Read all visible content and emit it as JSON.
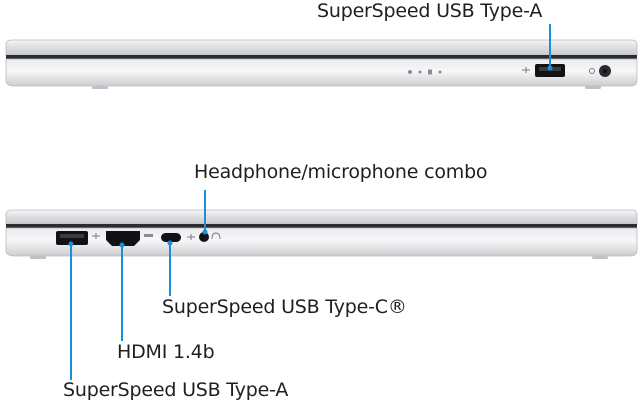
{
  "labels": {
    "right_usb_a": "SuperSpeed USB Type-A",
    "headphone": "Headphone/microphone combo",
    "usb_c": "SuperSpeed USB Type-C®",
    "hdmi": "HDMI 1.4b",
    "left_usb_a": "SuperSpeed USB Type-A"
  },
  "colors": {
    "callout": "#1a8fd8",
    "chassis_light": "#e6e7e9",
    "chassis_mid": "#cfd1d4",
    "chassis_dark": "#2a2c30",
    "port_black": "#111214",
    "label_text": "#1f1f1f"
  },
  "icons": [
    "usb-icon",
    "power-icon",
    "led-icon",
    "hdmi-icon",
    "usb-c-icon",
    "headphone-icon"
  ]
}
